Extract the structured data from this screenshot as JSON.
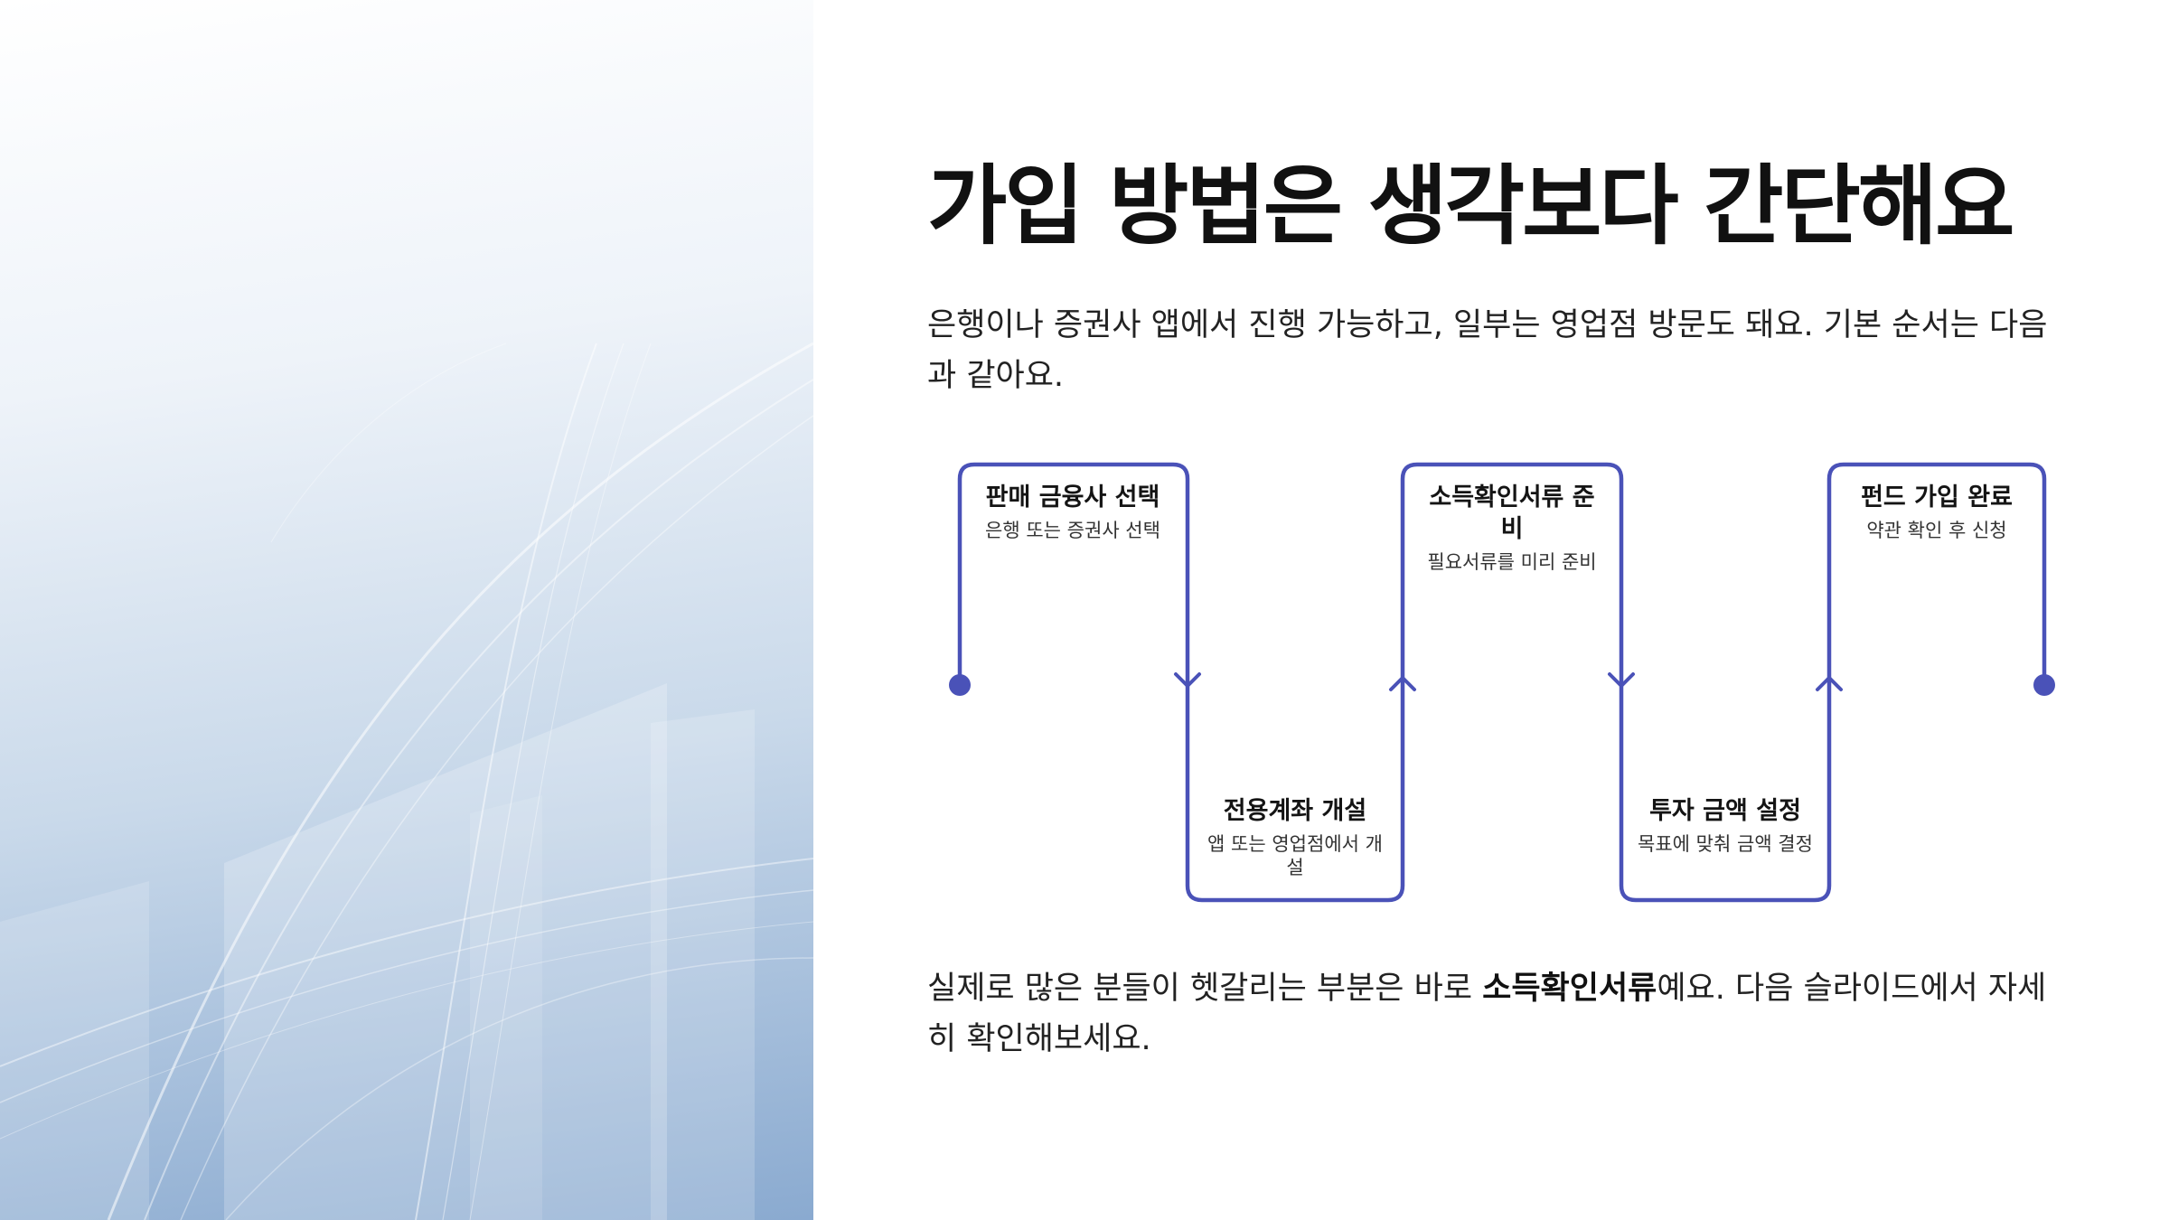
{
  "slide": {
    "title": "가입 방법은 생각보다 간단해요",
    "intro": "은행이나 증권사 앱에서 진행 가능하고, 일부는 영업점 방문도 돼요. 기본 순서는 다음과 같아요.",
    "outro_before": "실제로 많은 분들이 헷갈리는 부분은 바로 ",
    "outro_bold": "소득확인서류",
    "outro_after": "예요. 다음 슬라이드에서 자세히 확인해보세요."
  },
  "flow": {
    "accent_color": "#4a52b8",
    "steps": [
      {
        "title": "판매 금융사 선택",
        "desc": "은행 또는 증권사 선택",
        "position": "top"
      },
      {
        "title": "전용계좌 개설",
        "desc": "앱 또는 영업점에서 개설",
        "position": "bottom"
      },
      {
        "title": "소득확인서류 준비",
        "desc": "필요서류를 미리 준비",
        "position": "top"
      },
      {
        "title": "투자 금액 설정",
        "desc": "목표에 맞춰 금액 결정",
        "position": "bottom"
      },
      {
        "title": "펀드 가입 완료",
        "desc": "약관 확인 후 신청",
        "position": "top"
      }
    ]
  }
}
